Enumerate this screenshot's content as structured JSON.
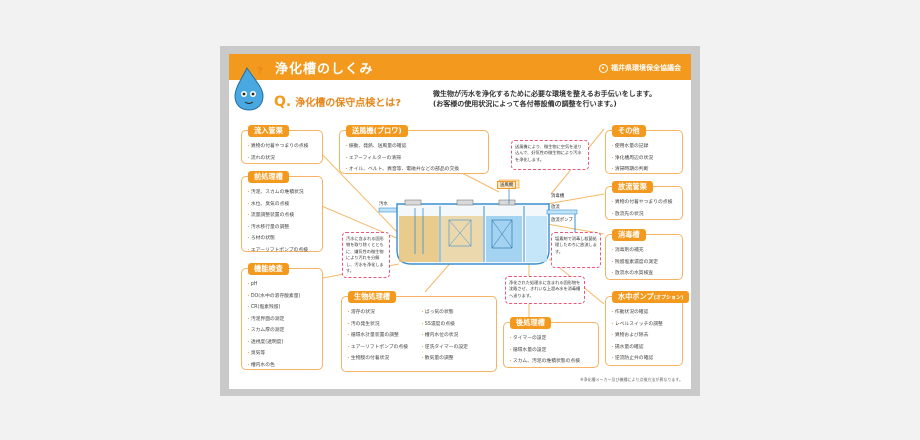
{
  "header": {
    "title": "浄化槽のしくみ",
    "org": "福井県環境保全協議会"
  },
  "question": {
    "mark": "Q.",
    "text": "浄化槽の保守点検とは?"
  },
  "intro": {
    "line1": "微生物が汚水を浄化するために必要な環境を整えるお手伝いをします。",
    "line2": "(お客様の使用状況によって各付帯設備の調整を行います。)"
  },
  "boxes": {
    "inflow": {
      "title": "流入管渠",
      "items": [
        "異物の付着やつまりの点検",
        "流れの状況"
      ]
    },
    "pretreat": {
      "title": "前処理槽",
      "items": [
        "汚泥、スカムの堆積状況",
        "水位、臭気の点検",
        "流量調整装置の点検",
        "汚水移行量の調整",
        "ろ材の状態",
        "エアーリフトポンプの点検"
      ]
    },
    "function": {
      "title": "機能検査",
      "items": [
        "pH",
        "DO(水中の溶存酸素量)",
        "CR(塩素残留)",
        "汚泥界面の測定",
        "スカム厚の測定",
        "透視度(透明度)",
        "臭気等",
        "槽内水の色"
      ]
    },
    "blower": {
      "title": "送風機(ブロワ)",
      "items": [
        "振動、発熱、送風量の確認",
        "エアーフィルターの清掃",
        "オイル、ベルト、異音等、電磁弁などの部品の交換"
      ]
    },
    "bio": {
      "title": "生物処理槽",
      "col1": [
        "溶存の状況",
        "汚の発生状況",
        "循環水計量装置の調整",
        "エアーリフトポンプの点検",
        "生物膜の付着状況"
      ],
      "col2": [
        "ばっ気の状態",
        "SS濃度の点検",
        "槽内水位の状況",
        "逆洗タイマーの設定",
        "散気量の調整"
      ]
    },
    "post": {
      "title": "後処理槽",
      "items": [
        "タイマーの設定",
        "循環水量の設定",
        "スカム、汚泥の堆積状態の点検"
      ]
    },
    "other": {
      "title": "その他",
      "items": [
        "使用水量の記録",
        "浄化槽周辺の状況",
        "清掃時期の判断"
      ]
    },
    "outflow": {
      "title": "放流管渠",
      "items": [
        "異物の付着やつまりの点検",
        "放流先の状況"
      ]
    },
    "disinfect": {
      "title": "消毒槽",
      "items": [
        "消毒剤の補充",
        "残留塩素濃度の測定",
        "放流水の水質検査"
      ]
    },
    "pump": {
      "title": "水中ポンプ",
      "badge": "(オプション)",
      "items": [
        "作動状況の確認",
        "レベルスイッチの調整",
        "異物および除去",
        "揚水量の確認",
        "逆流防止弁の確認"
      ]
    }
  },
  "notes": {
    "n1": "汚水に含まれる固形物を取り除くとともに、嫌気性の微生物により汚れを分解し、汚水を浄化します。",
    "n2": "送風機により、微生物に空気を送り込んで、好気性の微生物により汚水を浄化します。",
    "n3": "塩素剤で消毒し殺菌処理したのちに放流します。",
    "n4": "浄化された処理水に含まれる固形物を沈殿させ、きれいな上澄み水を消毒槽へ送ります。"
  },
  "labels": {
    "inflow": "汚水",
    "blower": "送風機",
    "disinfect": "消毒槽",
    "outflow": "放流",
    "pump": "放流ポンプ"
  },
  "footnote": "※浄化槽メーカー及び機種により点検方法が異なります。",
  "colors": {
    "accent": "#f39a1e",
    "note_border": "#e8567a",
    "water_tan": "#e6c37a",
    "water_blue": "#8ec9ee"
  }
}
